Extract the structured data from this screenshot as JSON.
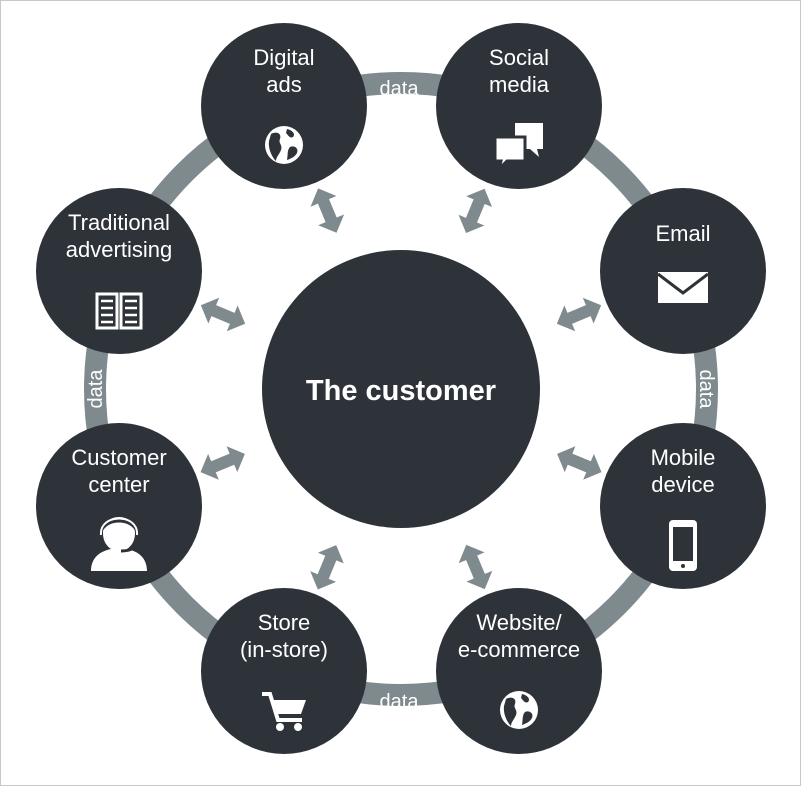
{
  "center": {
    "label": "The customer"
  },
  "colors": {
    "node": "#2e333a",
    "ring": "#7f8a8f",
    "arrow": "#7f8a8f",
    "text": "#ffffff"
  },
  "ring_label": "data",
  "data_labels": [
    "data",
    "data",
    "data",
    "data"
  ],
  "nodes": [
    {
      "lines": [
        "Digital",
        "ads"
      ],
      "icon": "globe-icon"
    },
    {
      "lines": [
        "Social",
        "media"
      ],
      "icon": "chat-bubbles-icon"
    },
    {
      "lines": [
        "Email"
      ],
      "icon": "envelope-icon"
    },
    {
      "lines": [
        "Mobile",
        "device"
      ],
      "icon": "smartphone-icon"
    },
    {
      "lines": [
        "Website/",
        "e-commerce"
      ],
      "icon": "globe-icon"
    },
    {
      "lines": [
        "Store",
        "(in-store)"
      ],
      "icon": "shopping-cart-icon"
    },
    {
      "lines": [
        "Customer",
        "center"
      ],
      "icon": "headset-agent-icon"
    },
    {
      "lines": [
        "Traditional",
        "advertising"
      ],
      "icon": "newspaper-icon"
    }
  ]
}
